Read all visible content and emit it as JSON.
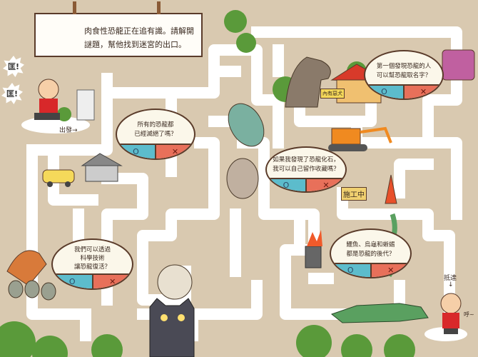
{
  "instruction": {
    "line1": "肉食性恐龍正在追有識。請解開",
    "line2": "謎題，幫他找到迷宮的出口。"
  },
  "start_label": "出發→",
  "end_label": "抵達",
  "end_arrow": "↓",
  "shouts": [
    "匡!",
    "匡!"
  ],
  "puff_text": "呼~",
  "sign_dog": "內有惡犬",
  "sign_construction": "施工中",
  "questions": [
    {
      "text": "所有的恐龍都\n已經滅絕了嗎？",
      "o": "O",
      "x": "✕"
    },
    {
      "text": "第一個發現恐龍的人\n可以幫恐龍取名字？",
      "o": "O",
      "x": "✕"
    },
    {
      "text": "如果我發現了恐龍化石，\n我可以自己留作收藏嗎？",
      "o": "O",
      "x": "✕"
    },
    {
      "text": "我們可以透過\n科學技術\n讓恐龍復活？",
      "o": "O",
      "x": "✕"
    },
    {
      "text": "鱷魚、烏龜和蜥蜴\n都是恐龍的後代？",
      "o": "O",
      "x": "✕"
    }
  ],
  "colors": {
    "background": "#d9c9b0",
    "path": "#ffffff",
    "answer_o": "#5cbccc",
    "answer_x": "#e8705a",
    "outline": "#5a3b2a",
    "bush": "#5a9a3a"
  }
}
